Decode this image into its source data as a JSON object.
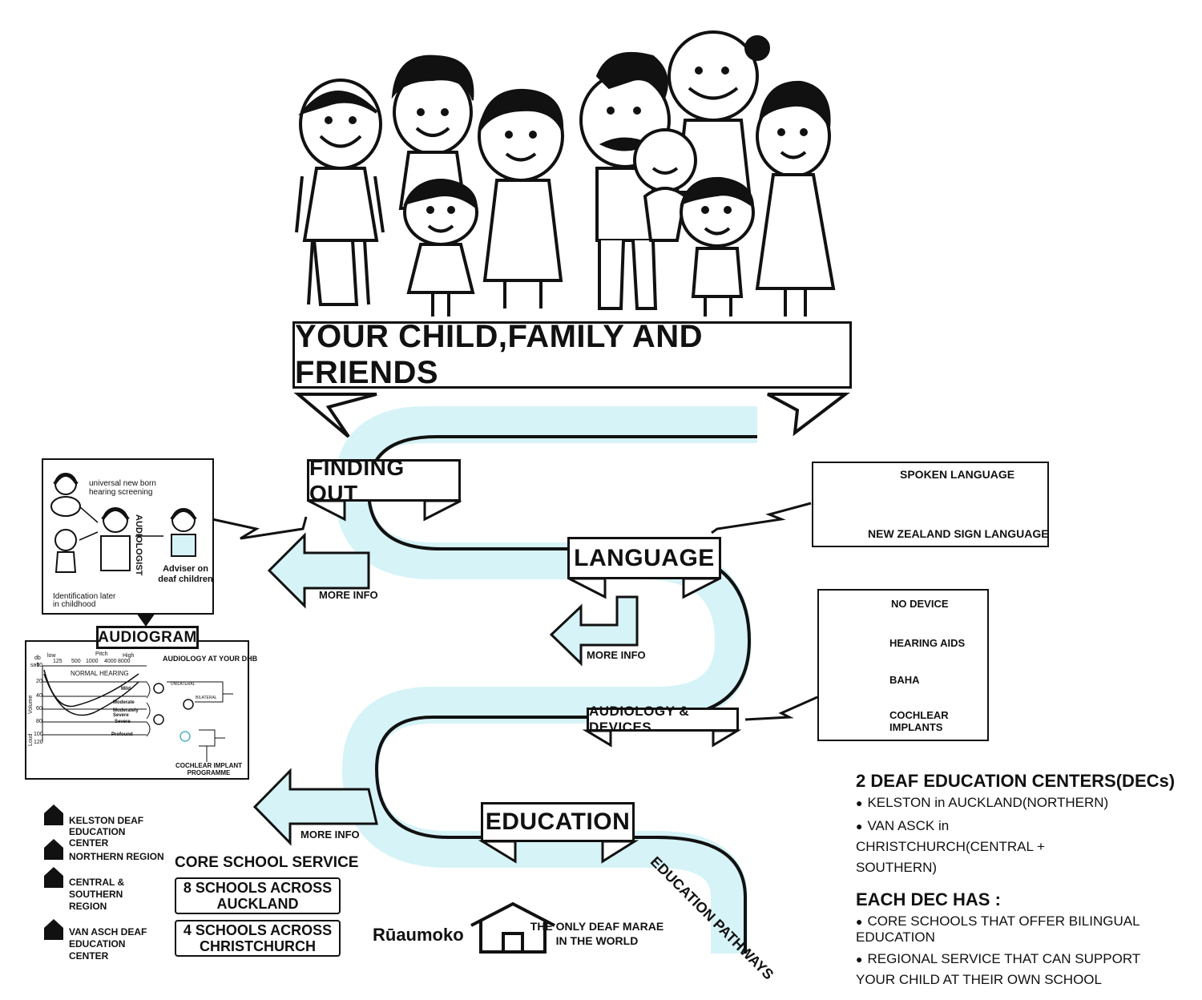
{
  "main_title": "YOUR CHILD,FAMILY AND FRIENDS",
  "stages": {
    "finding_out": "FINDING OUT",
    "language": "LANGUAGE",
    "audiology_devices": "AUDIOLOGY & DEVICES",
    "education": "EDUCATION",
    "education_pathways": "EDUCATION PATHWAYS"
  },
  "more_info": [
    "MORE INFO",
    "MORE INFO",
    "MORE INFO"
  ],
  "finding_out_panel": {
    "screening": "universal new born hearing screening",
    "audiologist": "AUDIOLOGIST",
    "adviser": "Adviser on deaf children",
    "identification": "Identification later in childhood"
  },
  "audiogram": {
    "title": "AUDIOGRAM",
    "freq_low": "low",
    "freq_pitch": "Pitch",
    "freq_high": "High",
    "freqs": [
      "125",
      "500",
      "1000",
      "4000",
      "8000"
    ],
    "db_label": "db",
    "soft": "soft",
    "loud": "Loud",
    "volume": "Volume",
    "db_levels": [
      "-10",
      "20",
      "40",
      "60",
      "80",
      "100",
      "120"
    ],
    "normal_hearing": "NORMAL HEARING",
    "levels": [
      "Mild",
      "Moderate",
      "Moderately Severe",
      "Severe",
      "Profound"
    ],
    "unilateral": "UNILATERAL",
    "bilateral": "BILATERAL",
    "dhb": "AUDIOLOGY AT YOUR DHB",
    "cochlear_programme": "COCHLEAR IMPLANT PROGRAMME"
  },
  "language_panel": {
    "spoken": "SPOKEN LANGUAGE",
    "nzsl": "NEW ZEALAND SIGN LANGUAGE"
  },
  "devices_panel": {
    "none": "NO DEVICE",
    "hearing_aids": "HEARING AIDS",
    "baha": "BAHA",
    "cochlear": "COCHLEAR IMPLANTS"
  },
  "map_legend": [
    "KELSTON DEAF EDUCATION CENTER",
    "NORTHERN REGION",
    "CENTRAL & SOUTHERN REGION",
    "VAN ASCH DEAF EDUCATION CENTER"
  ],
  "core_school": {
    "title": "CORE SCHOOL SERVICE",
    "auckland": "8 SCHOOLS ACROSS AUCKLAND",
    "christchurch": "4 SCHOOLS ACROSS CHRISTCHURCH"
  },
  "marae": {
    "name": "Rūaumoko",
    "desc": "THE ONLY DEAF MARAE IN THE WORLD"
  },
  "decs": {
    "heading": "2 DEAF EDUCATION CENTERS(DECs)",
    "items": [
      "KELSTON in AUCKLAND(NORTHERN)",
      "VAN ASCK in CHRISTCHURCH(CENTRAL + SOUTHERN)"
    ],
    "each_heading": "EACH DEC HAS :",
    "each_items": [
      "CORE SCHOOLS THAT OFFER BILINGUAL EDUCATION",
      "REGIONAL SERVICE THAT CAN SUPPORT YOUR CHILD AT THEIR OWN SCHOOL"
    ]
  },
  "colors": {
    "river": "#d6f3f7",
    "ink": "#111111"
  }
}
